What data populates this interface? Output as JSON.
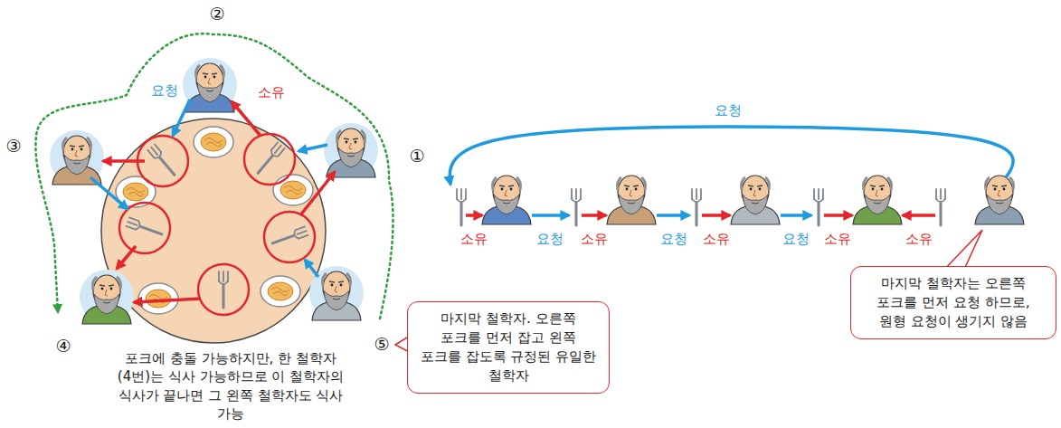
{
  "diagram": {
    "nodes": [
      {
        "text": [
          "마지막 철학자. 오른쪽 포크를 먼저 잡고 왼쪽 포크를 잡도록 규정된 유일한 철학자"
        ]
      },
      {
        "text": [
          "마지막 철학자는 오른쪽 포크를 먼저 요청 하므로, 원형 요청이 생기지 않음"
        ]
      }
    ],
    "labels": [
      "②",
      "요청",
      "소유",
      "③",
      "①",
      "④",
      "⑤",
      "포크에 충돌 가능하지만, 한 철학자(4번)는 식사 가능하므로 이 철학자의 식사가 끝나면 그 왼쪽 철학자도 식사 가능",
      "요청",
      "소유",
      "요청",
      "소유",
      "요청",
      "소유",
      "요청",
      "소유",
      "소유"
    ]
  }
}
